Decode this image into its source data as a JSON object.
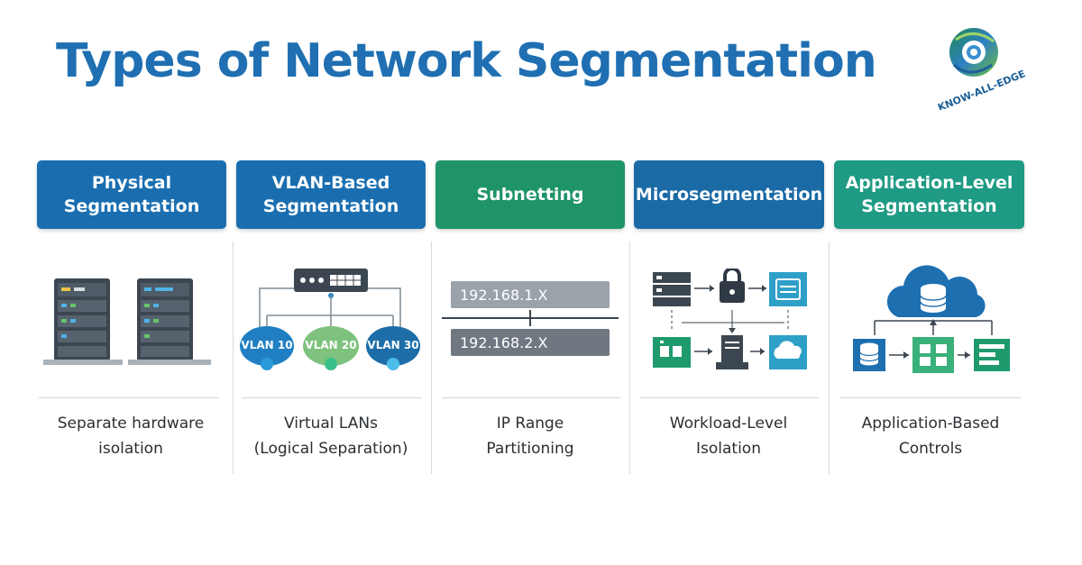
{
  "title": "Types of Network Segmentation",
  "logo": {
    "text": "KNOW-ALL-EDGE",
    "icon": "globe-ring-logo"
  },
  "columns": [
    {
      "header": "Physical\nSegmentation",
      "description": "Separate hardware\nisolation",
      "icon": "server-racks-icon",
      "color": "#1a6eb0"
    },
    {
      "header": "VLAN-Based\nSegmentation",
      "description": "Virtual LANs\n(Logical Separation)",
      "icon": "network-switch-icon",
      "color": "#1a6eb0",
      "vlans": [
        "VLAN 10",
        "VLAN 20",
        "VLAN 30"
      ]
    },
    {
      "header": "Subnetting",
      "description": "IP Range\nPartitioning",
      "icon": "subnet-icon",
      "color": "#1f9468",
      "subnets": [
        "192.168.1.X",
        "192.168.2.X"
      ]
    },
    {
      "header": "Microsegmentation",
      "description": "Workload-Level\nIsolation",
      "icon": "lock-workload-icon",
      "color": "#1a6aa6"
    },
    {
      "header": "Application-Level\nSegmentation",
      "description": "Application-Based\nControls",
      "icon": "cloud-database-icon",
      "color": "#1f9a84"
    }
  ]
}
